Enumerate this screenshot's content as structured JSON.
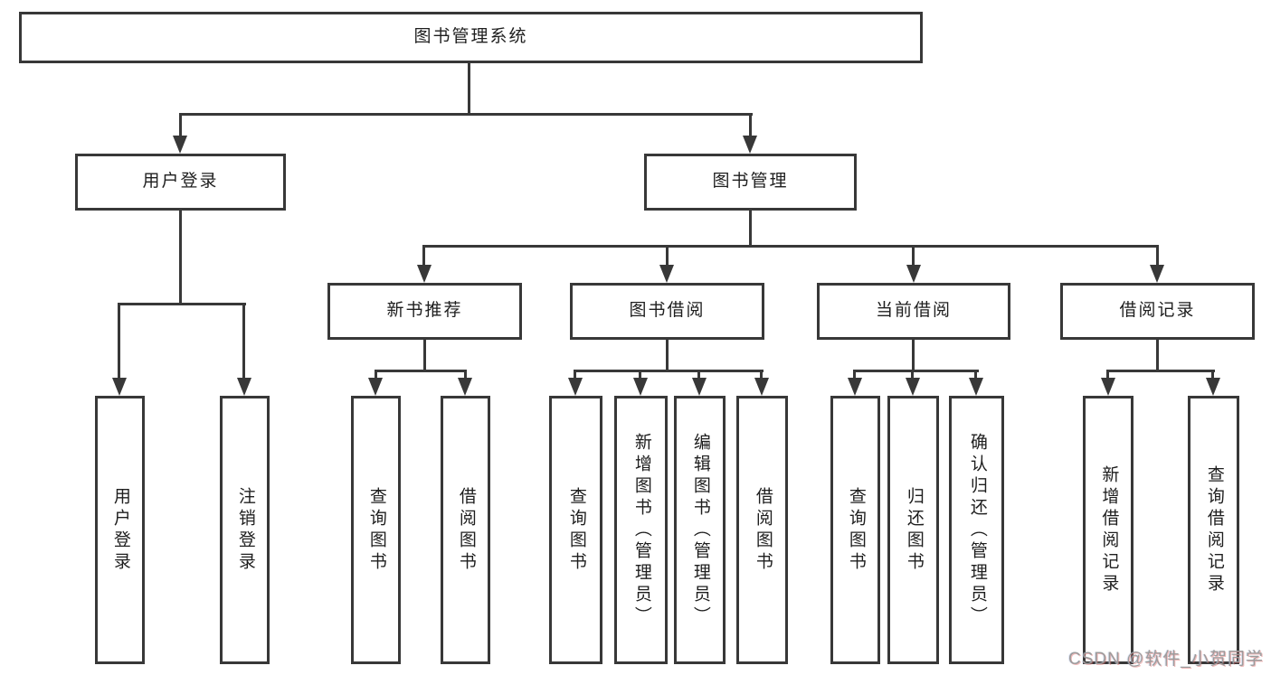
{
  "diagram": {
    "type": "tree-functional-structure",
    "root": "图书管理系统",
    "level1": [
      {
        "label": "用户登录",
        "leaves": [
          "用户登录",
          "注销登录"
        ]
      },
      {
        "label": "图书管理",
        "sections": [
          {
            "label": "新书推荐",
            "leaves": [
              "查询图书",
              "借阅图书"
            ]
          },
          {
            "label": "图书借阅",
            "leaves": [
              "查询图书",
              "新增图书（管理员）",
              "编辑图书（管理员）",
              "借阅图书"
            ]
          },
          {
            "label": "当前借阅",
            "leaves": [
              "查询图书",
              "归还图书",
              "确认归还（管理员）"
            ]
          },
          {
            "label": "借阅记录",
            "leaves": [
              "新增借阅记录",
              "查询借阅记录"
            ]
          }
        ]
      }
    ]
  },
  "watermark": {
    "text": "CSDN @软件_小贺同学"
  },
  "colors": {
    "background": "#ffffff",
    "line": "#383838",
    "box_fill": "#ffffff",
    "text": "#1e1e1e",
    "watermark_text": "#9c9c9c"
  }
}
